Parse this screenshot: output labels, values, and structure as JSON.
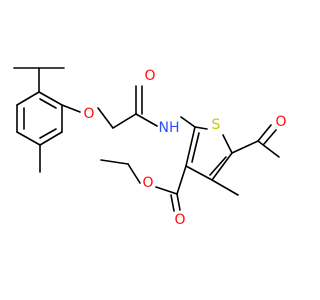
{
  "molecule": {
    "atoms": {
      "o_ether": "O",
      "o_amide": "O",
      "n_amide": "NH",
      "s_ring": "S",
      "o_acetyl": "O",
      "o_ester_ring": "O",
      "o_ester_carbonyl": "O"
    },
    "colors": {
      "carbon_bond": "#000000",
      "oxygen": "#ff0d0d",
      "nitrogen": "#3050f8",
      "sulfur": "#c8c800"
    }
  }
}
